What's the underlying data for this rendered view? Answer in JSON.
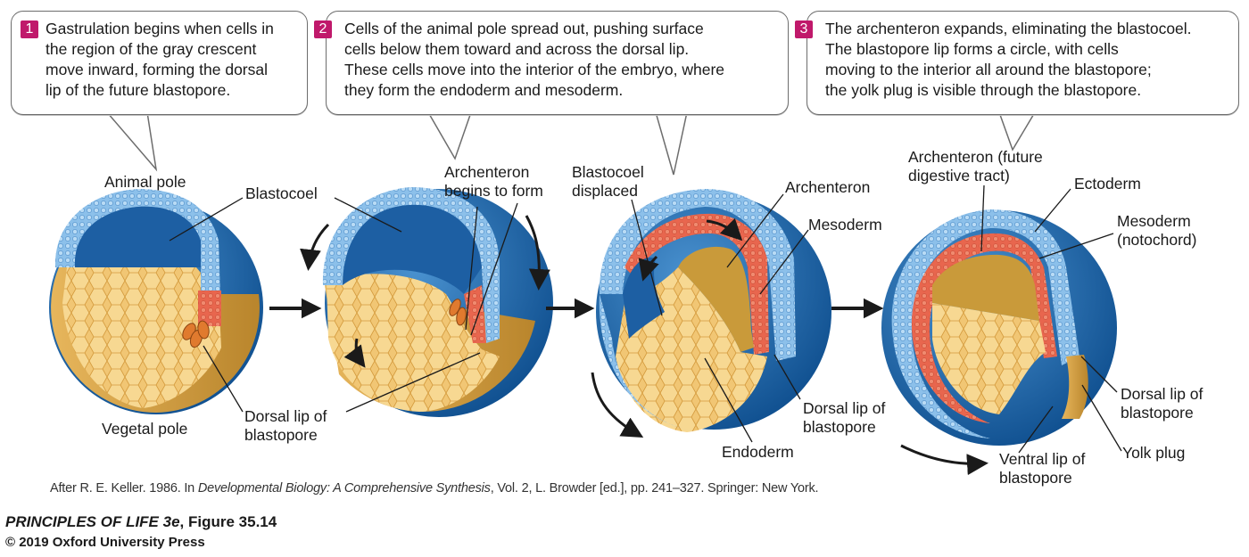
{
  "steps": [
    {
      "number": "1",
      "text": "Gastrulation begins when cells in\nthe region of the gray crescent\nmove  inward, forming the dorsal\nlip of the future blastopore."
    },
    {
      "number": "2",
      "text": "Cells of the animal pole spread out, pushing surface\ncells below them toward and across the dorsal lip.\nThese cells move into the interior of the embryo, where\nthey form the endoderm and mesoderm."
    },
    {
      "number": "3",
      "text": "The archenteron expands, eliminating the blastocoel.\nThe blastopore lip forms a circle, with cells\nmoving to the interior all around the blastopore;\nthe yolk plug is visible through the blastopore."
    }
  ],
  "labels": {
    "animal_pole": "Animal pole",
    "blastocoel": "Blastocoel",
    "vegetal_pole": "Vegetal pole",
    "dorsal_lip_1": "Dorsal lip of\nblastopore",
    "archenteron_begins": "Archenteron\nbegins to form",
    "blastocoel_displaced": "Blastocoel\ndisplaced",
    "archenteron": "Archenteron",
    "mesoderm": "Mesoderm",
    "dorsal_lip_3": "Dorsal lip  of\nblastopore",
    "endoderm": "Endoderm",
    "archenteron_future": "Archenteron (future\ndigestive tract)",
    "ectoderm": "Ectoderm",
    "mesoderm_notochord": "Mesoderm\n(notochord)",
    "dorsal_lip_4": "Dorsal lip of\nblastopore",
    "yolk_plug": "Yolk plug",
    "ventral_lip": "Ventral lip of\nblastopore"
  },
  "credit": {
    "prefix": "After R. E. Keller. 1986. In ",
    "book": "Developmental Biology: A Comprehensive Synthesis",
    "suffix": ", Vol. 2, L. Browder [ed.], pp. 241–327. Springer: New York."
  },
  "footer": {
    "title_italic": "PRINCIPLES OF LIFE 3e",
    "title_rest": ", Figure 35.14",
    "copyright": "© 2019 Oxford University Press"
  },
  "colors": {
    "step_badge": "#c0196b",
    "blue_dark": "#1a5ea0",
    "blue_light": "#7fb6e3",
    "yolk": "#f2c978",
    "mesoderm": "#e8664e",
    "archenteron": "#c99a3a"
  }
}
